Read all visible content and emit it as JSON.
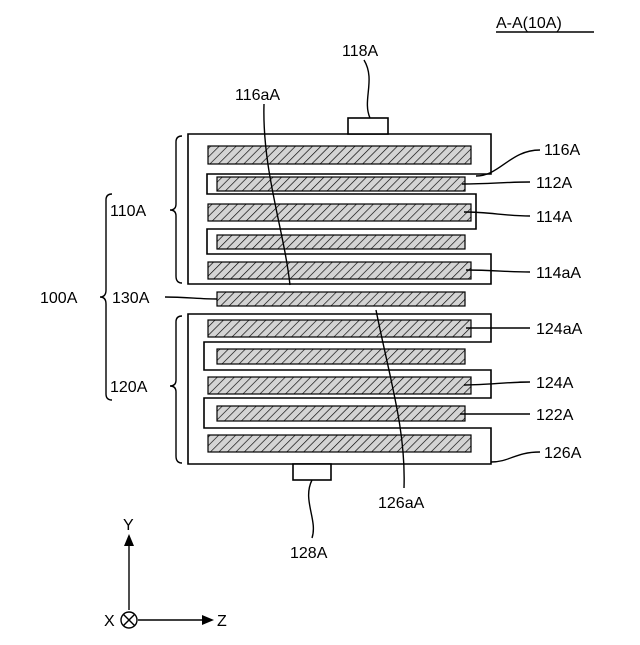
{
  "section_label": "A-A(10A)",
  "labels": {
    "l118A": "118A",
    "l116aA": "116aA",
    "l116A": "116A",
    "l112A": "112A",
    "l110A": "110A",
    "l114A": "114A",
    "l114aA": "114aA",
    "l100A": "100A",
    "l130A": "130A",
    "l124aA": "124aA",
    "l124A": "124A",
    "l120A": "120A",
    "l122A": "122A",
    "l126A": "126A",
    "l126aA": "126aA",
    "l128A": "128A"
  },
  "axes": {
    "y": "Y",
    "x": "X",
    "z": "Z"
  }
}
